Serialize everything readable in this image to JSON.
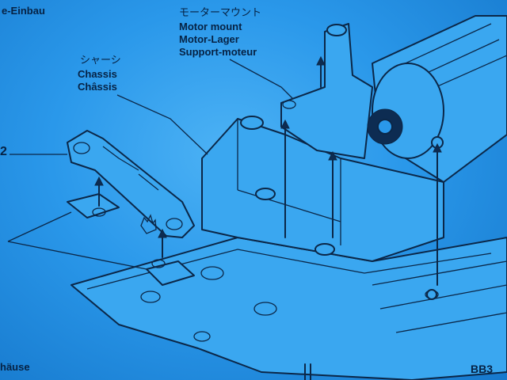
{
  "labels": {
    "top_left": "e-Einbau",
    "motor_mount_jp": "モーターマウント",
    "motor_mount_en": "Motor mount",
    "motor_mount_de": "Motor-Lager",
    "motor_mount_fr": "Support-moteur",
    "chassis_jp": "シャーシ",
    "chassis_en": "Chassis",
    "chassis_fr": "Châssis",
    "left_number": "2",
    "bottom_left": "häuse",
    "bottom_right": "BB3"
  },
  "colors": {
    "background": "#2a98ea",
    "ink": "#0b2748"
  }
}
